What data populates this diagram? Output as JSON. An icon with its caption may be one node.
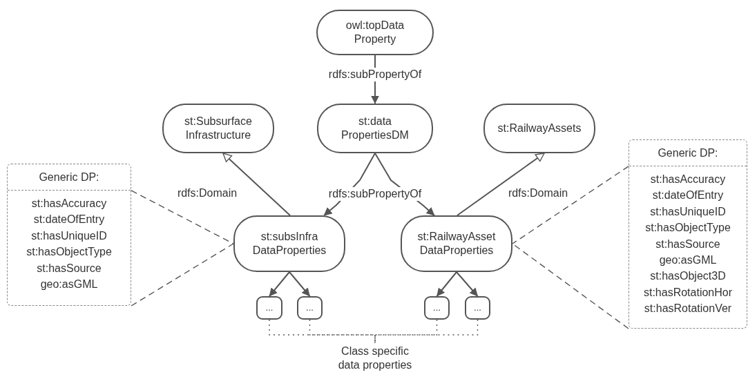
{
  "diagram": {
    "nodes": [
      {
        "text": [
          "owl:topData Property"
        ]
      },
      {
        "text": [
          "st:Subsurface Infrastructure"
        ]
      },
      {
        "text": [
          "st:data PropertiesDM"
        ]
      },
      {
        "text": [
          "st:RailwayAssets"
        ]
      },
      {
        "text": [
          "Generic DP:",
          "st:hasAccuracy",
          "st:dateOfEntry",
          "st:hasUniqueID",
          "st:hasObjectType",
          "st:hasSource",
          "geo:asGML"
        ]
      },
      {
        "text": [
          "st:subsInfra DataProperties"
        ]
      },
      {
        "text": [
          "st:RailwayAsset DataProperties"
        ]
      },
      {
        "text": [
          "Generic DP:",
          "st:hasAccuracy",
          "st:dateOfEntry",
          "st:hasUniqueID",
          "st:hasObjectType",
          "st:hasSource",
          "geo:asGML",
          "st:hasObject3D",
          "st:hasRotationHor",
          "st:hasRotationVer"
        ]
      },
      {
        "text": [
          "..."
        ]
      },
      {
        "text": [
          "..."
        ]
      },
      {
        "text": [
          "..."
        ]
      },
      {
        "text": [
          "..."
        ]
      },
      {
        "text": [
          "Class specific data properties"
        ]
      }
    ],
    "edges": [
      {
        "from": 0,
        "to": 2,
        "arrow": "to",
        "label": "rdfs:subPropertyOf"
      },
      {
        "from": 2,
        "to": 5,
        "arrow": "to",
        "label": "rdfs:subPropertyOf"
      },
      {
        "from": 2,
        "to": 6,
        "arrow": "to"
      },
      {
        "from": 5,
        "to": 1,
        "arrow": "to",
        "label": "rdfs:Domain"
      },
      {
        "from": 6,
        "to": 3,
        "arrow": "to",
        "label": "rdfs:Domain"
      },
      {
        "from": 4,
        "to": 5,
        "arrow": "none",
        "style": "dashed"
      },
      {
        "from": 7,
        "to": 6,
        "arrow": "none",
        "style": "dashed"
      },
      {
        "from": 5,
        "to": 8,
        "arrow": "to"
      },
      {
        "from": 5,
        "to": 9,
        "arrow": "to"
      },
      {
        "from": 6,
        "to": 10,
        "arrow": "to"
      },
      {
        "from": 6,
        "to": 11,
        "arrow": "to"
      },
      {
        "from": 8,
        "to": 12,
        "arrow": "none",
        "style": "dashed"
      },
      {
        "from": 9,
        "to": 12,
        "arrow": "none",
        "style": "dashed"
      },
      {
        "from": 10,
        "to": 12,
        "arrow": "none",
        "style": "dashed"
      },
      {
        "from": 11,
        "to": 12,
        "arrow": "none",
        "style": "dashed"
      }
    ]
  }
}
